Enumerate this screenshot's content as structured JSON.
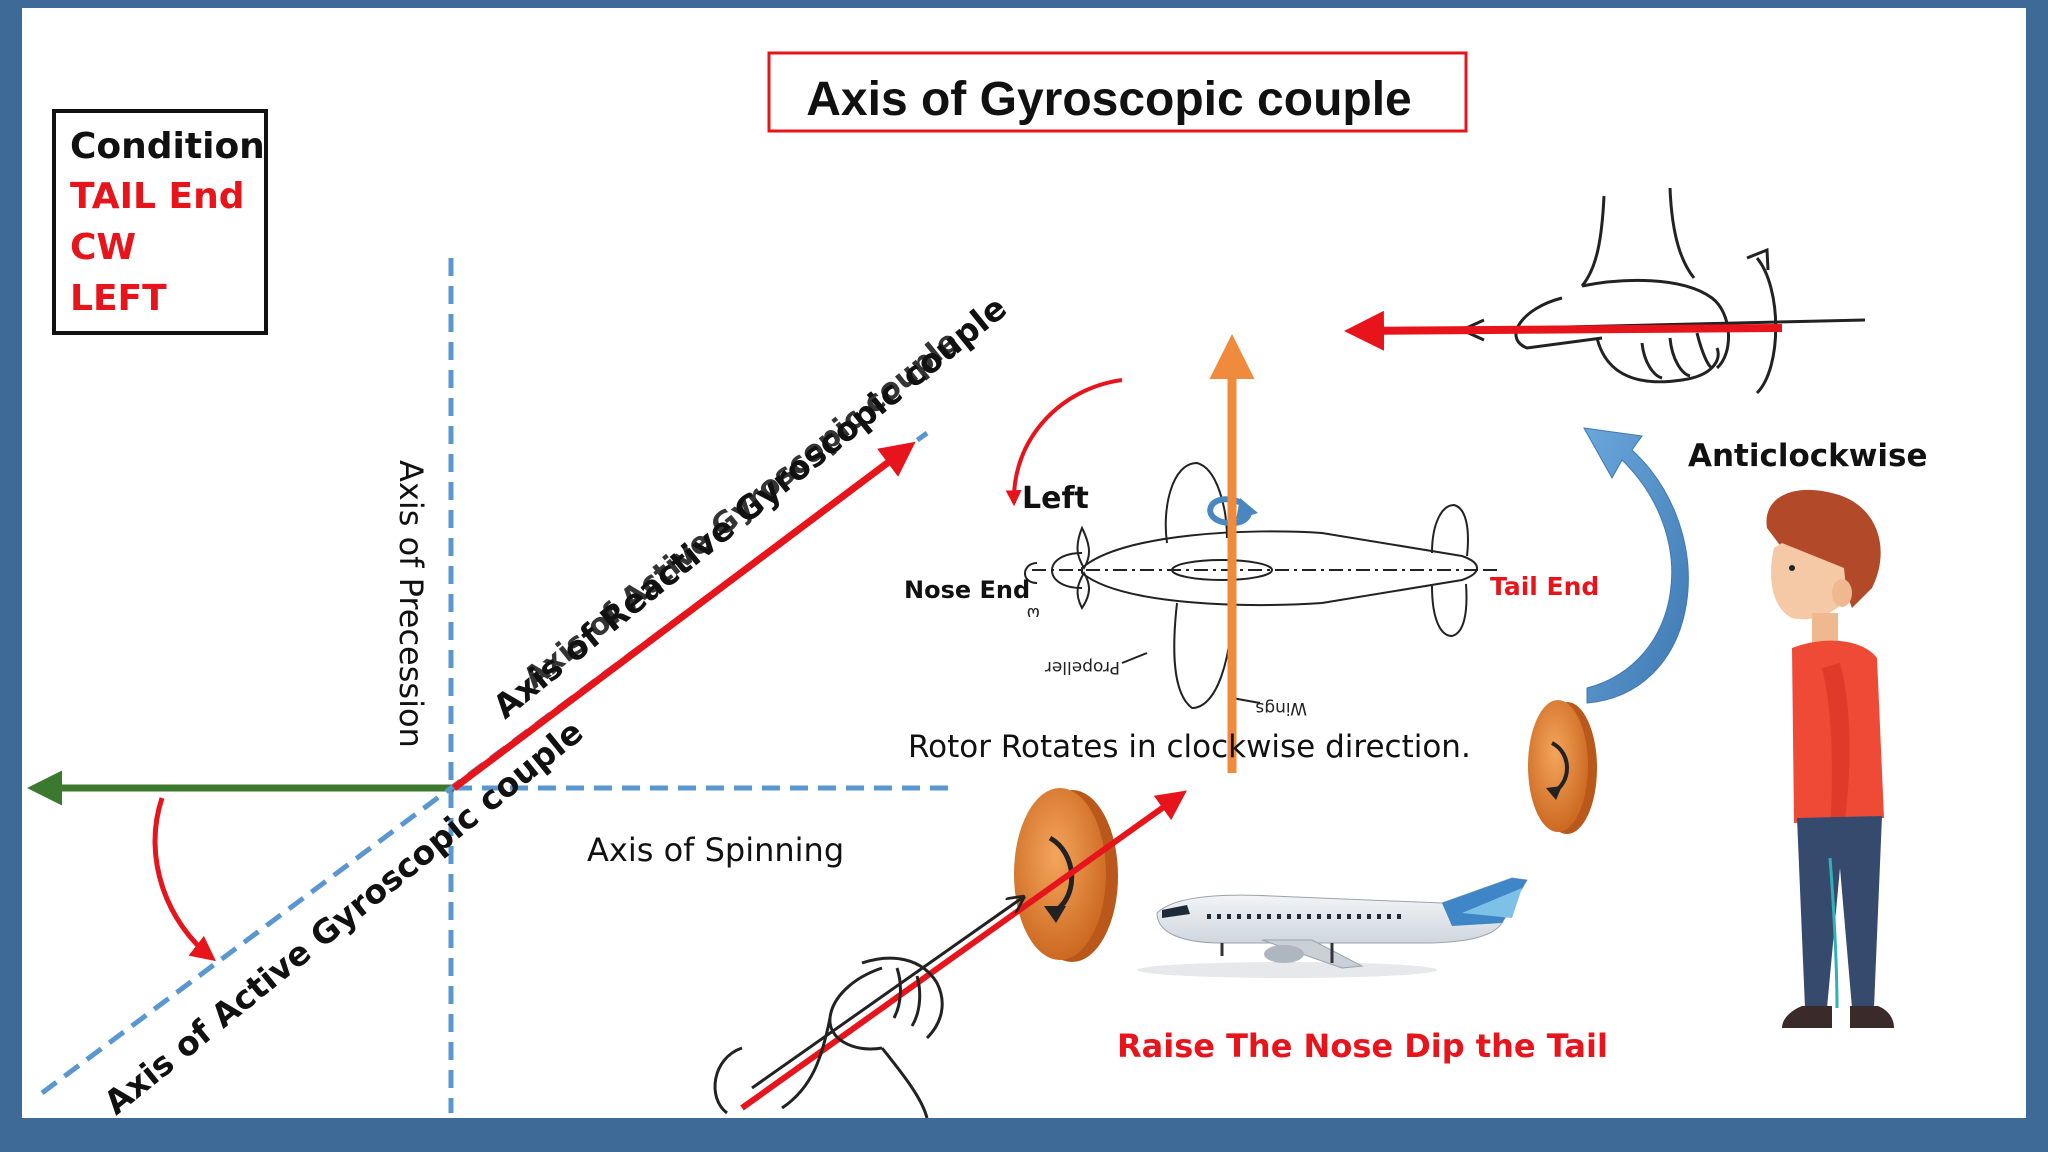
{
  "title": "Axis of Gyroscopic couple",
  "condition": {
    "heading": "Condition",
    "lines": [
      "TAIL End",
      "CW",
      "LEFT"
    ]
  },
  "axes": {
    "precession": "Axis of Precession",
    "spinning": "Axis of Spinning",
    "reactive_couple": "Axis of Reactive Gyroscopic couple",
    "active_couple_overlap": "Axis of Active Gyroscopic couple",
    "active_couple": "Axis of Active Gyroscopic couple"
  },
  "aircraft": {
    "left_label": "Left",
    "nose_end": "Nose End",
    "tail_end": "Tail End",
    "propeller": "Propeller",
    "wings": "Wings",
    "omega": "ω",
    "rotor_note": "Rotor Rotates in clockwise direction."
  },
  "anticlockwise_label": "Anticlockwise",
  "bottom_caption": "Raise The Nose Dip the Tail",
  "colors": {
    "red": "#e8141b",
    "green": "#3b7a2e",
    "dashed_blue": "#5b97cf",
    "orange": "#f08a3c",
    "steel_blue": "#4a86c0",
    "disc_orange": "#e9873a",
    "frame_blue": "#3d6a96"
  }
}
